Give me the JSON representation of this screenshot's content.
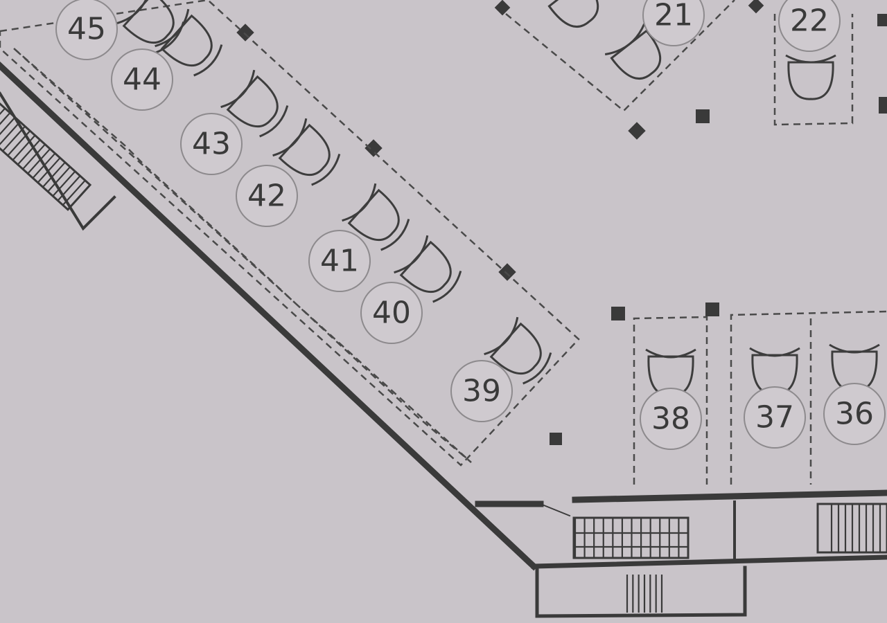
{
  "plan": {
    "title": "",
    "colors": {
      "paper": "#c9c4c9",
      "ink": "#3a3a3a",
      "badge": "#cfcacf"
    },
    "spaces": [
      {
        "number": "45",
        "group": "diagonal"
      },
      {
        "number": "44",
        "group": "diagonal"
      },
      {
        "number": "43",
        "group": "diagonal"
      },
      {
        "number": "42",
        "group": "diagonal"
      },
      {
        "number": "41",
        "group": "diagonal"
      },
      {
        "number": "40",
        "group": "diagonal"
      },
      {
        "number": "39",
        "group": "diagonal"
      },
      {
        "number": "38",
        "group": "bottom-row"
      },
      {
        "number": "37",
        "group": "bottom-row"
      },
      {
        "number": "36",
        "group": "bottom-row"
      },
      {
        "number": "21",
        "group": "top"
      },
      {
        "number": "22",
        "group": "top"
      }
    ]
  }
}
